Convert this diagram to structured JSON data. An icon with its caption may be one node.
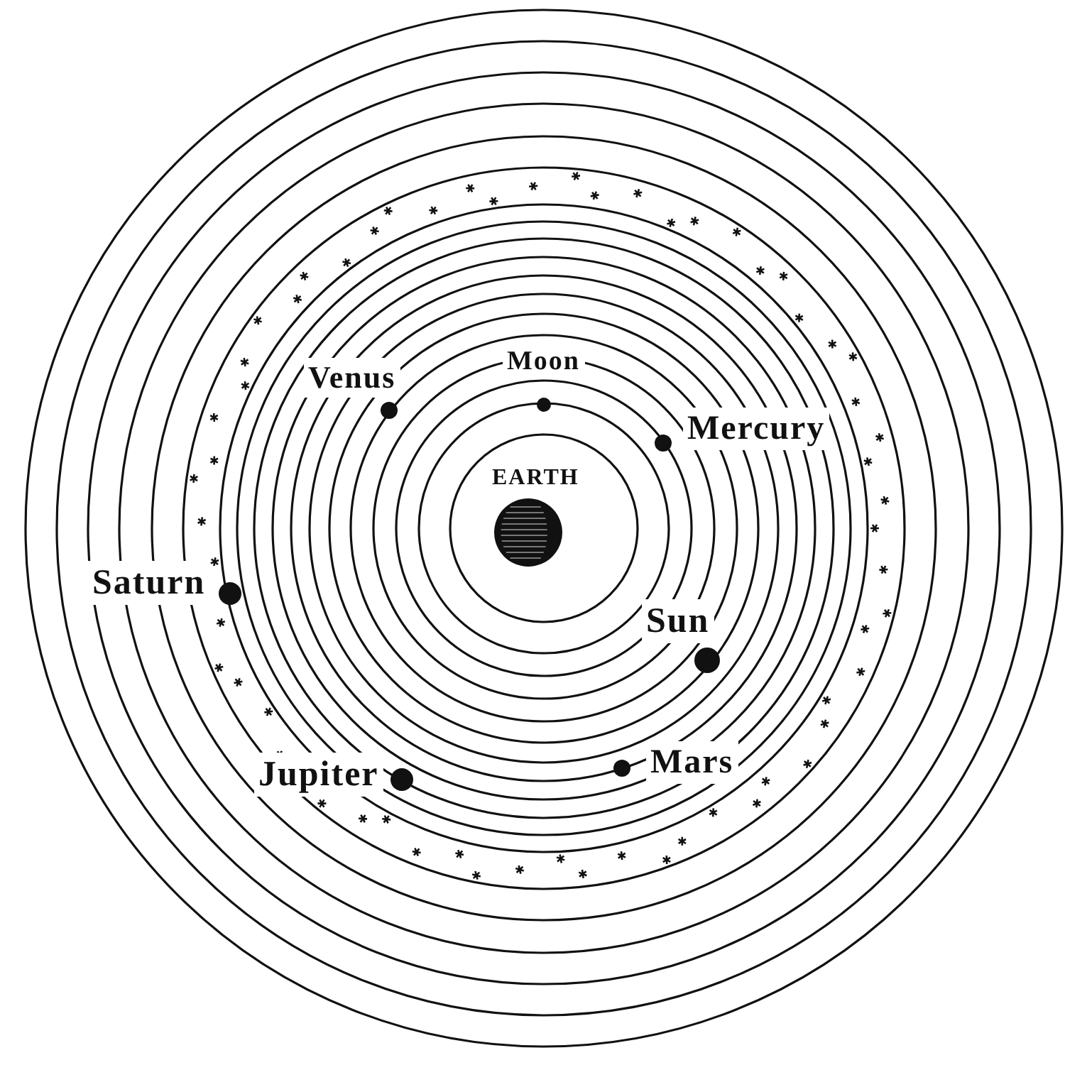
{
  "diagram": {
    "nodes": [
      {
        "text": [
          "Moon"
        ]
      },
      {
        "text": [
          "Venus"
        ]
      },
      {
        "text": [
          "Mercury"
        ]
      },
      {
        "text": [
          "EARTH"
        ]
      },
      {
        "text": [
          "Saturn"
        ]
      },
      {
        "text": [
          "Sun"
        ]
      },
      {
        "text": [
          "Mars"
        ]
      },
      {
        "text": [
          "Jupiter"
        ]
      }
    ],
    "edges": []
  }
}
